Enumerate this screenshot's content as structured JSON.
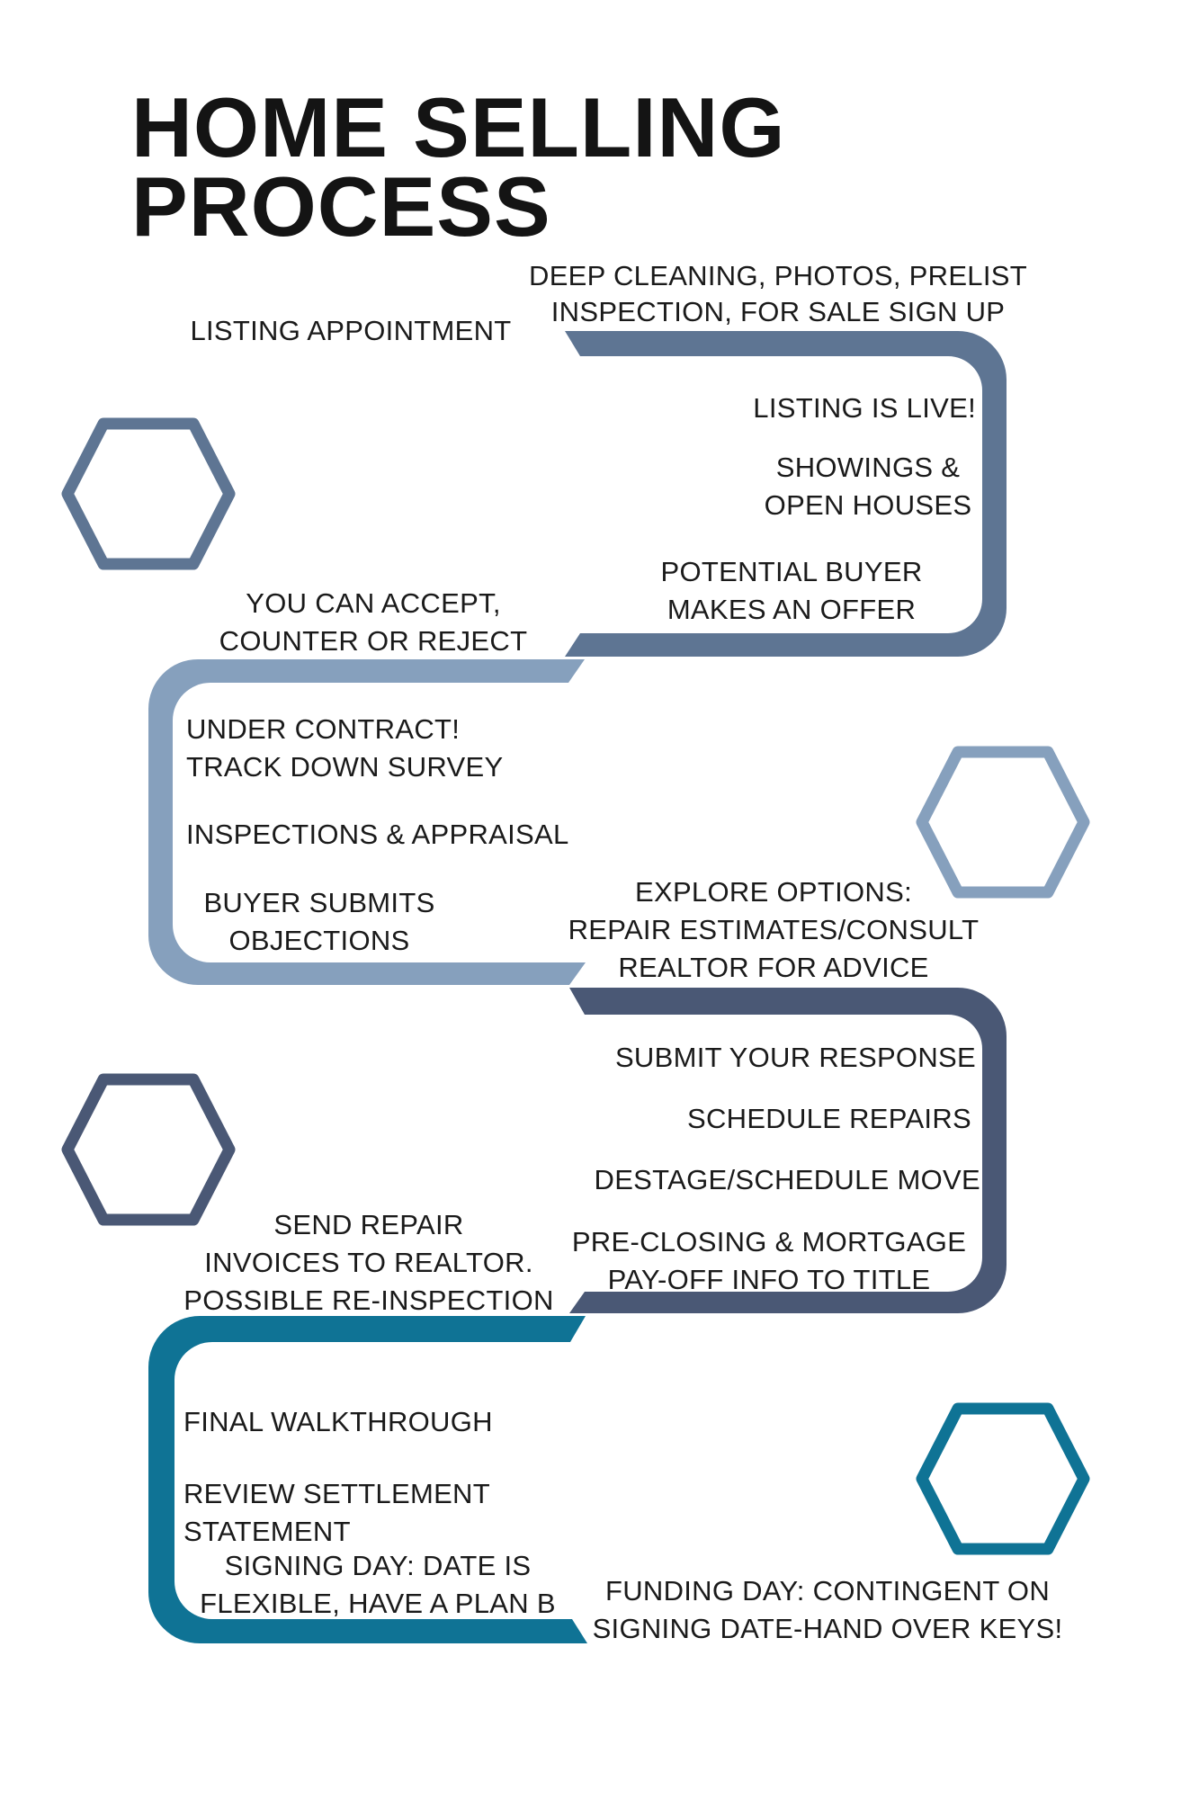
{
  "title": {
    "line1": "HOME SELLING",
    "line2": "PROCESS"
  },
  "colors": {
    "band1": "#5e7593",
    "band2": "#86a0bd",
    "band3": "#4a5875",
    "band4": "#0f7395",
    "text": "#1a1a1a",
    "title": "#141414"
  },
  "steps": {
    "listing_appointment": "LISTING APPOINTMENT",
    "deep_cleaning": "DEEP CLEANING, PHOTOS, PRELIST\nINSPECTION, FOR SALE SIGN UP",
    "listing_live": "LISTING IS LIVE!",
    "showings": "SHOWINGS &\nOPEN HOUSES",
    "buyer_offer": "POTENTIAL  BUYER\nMAKES AN OFFER",
    "accept_counter": "YOU CAN ACCEPT,\nCOUNTER OR REJECT",
    "under_contract": "UNDER CONTRACT!\nTRACK DOWN SURVEY",
    "inspections": "INSPECTIONS & APPRAISAL",
    "buyer_objections": "BUYER SUBMITS\nOBJECTIONS",
    "explore_options": "EXPLORE OPTIONS:\nREPAIR ESTIMATES/CONSULT\nREALTOR FOR ADVICE",
    "submit_response": "SUBMIT YOUR RESPONSE",
    "schedule_repairs": "SCHEDULE REPAIRS",
    "destage": "DESTAGE/SCHEDULE MOVE",
    "pre_closing": "PRE-CLOSING & MORTGAGE\nPAY-OFF INFO TO TITLE",
    "send_invoices": "SEND REPAIR\nINVOICES TO REALTOR.\nPOSSIBLE RE-INSPECTION",
    "final_walkthrough": "FINAL WALKTHROUGH",
    "settlement": "REVIEW SETTLEMENT STATEMENT",
    "signing_day": "SIGNING DAY: DATE IS\nFLEXIBLE, HAVE A PLAN B",
    "funding_day": "FUNDING DAY: CONTINGENT ON\nSIGNING DATE-HAND OVER KEYS!"
  }
}
